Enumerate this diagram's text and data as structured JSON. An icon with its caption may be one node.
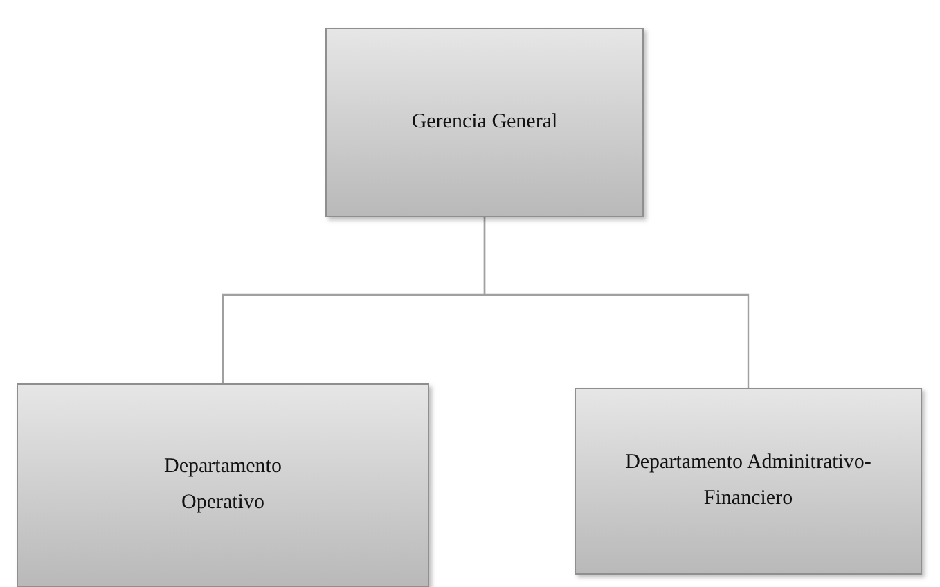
{
  "diagram": {
    "nodes": [
      {
        "text": [
          "Gerencia General"
        ]
      },
      {
        "text": [
          "Departamento Operativo"
        ]
      },
      {
        "text": [
          "Departamento Adminitrativo-Financiero"
        ]
      }
    ],
    "edges": [
      {
        "from": 0,
        "to": 1,
        "arrow": "none"
      },
      {
        "from": 0,
        "to": 2,
        "arrow": "none"
      }
    ]
  }
}
